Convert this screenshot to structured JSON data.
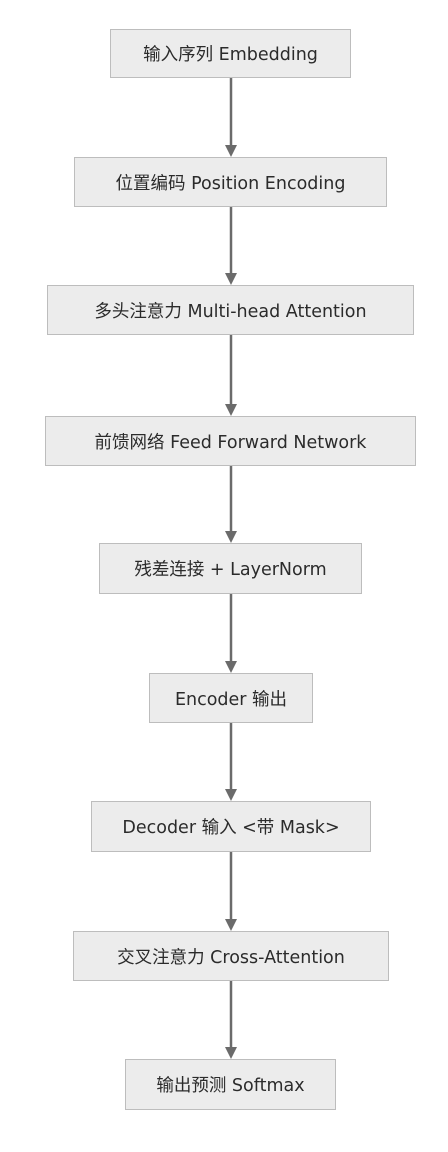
{
  "nodes": [
    {
      "id": "embedding",
      "label": "输入序列 Embedding"
    },
    {
      "id": "position-encoding",
      "label": "位置编码 Position Encoding"
    },
    {
      "id": "multi-head-attention",
      "label": "多头注意力 Multi-head Attention"
    },
    {
      "id": "feed-forward",
      "label": "前馈网络 Feed Forward Network"
    },
    {
      "id": "residual-layernorm",
      "label": "残差连接 + LayerNorm"
    },
    {
      "id": "encoder-output",
      "label": "Encoder 输出"
    },
    {
      "id": "decoder-input",
      "label": "Decoder 输入 <带 Mask>"
    },
    {
      "id": "cross-attention",
      "label": "交叉注意力 Cross-Attention"
    },
    {
      "id": "softmax-output",
      "label": "输出预测 Softmax"
    }
  ],
  "edges": [
    {
      "from": "embedding",
      "to": "position-encoding"
    },
    {
      "from": "position-encoding",
      "to": "multi-head-attention"
    },
    {
      "from": "multi-head-attention",
      "to": "feed-forward"
    },
    {
      "from": "feed-forward",
      "to": "residual-layernorm"
    },
    {
      "from": "residual-layernorm",
      "to": "encoder-output"
    },
    {
      "from": "encoder-output",
      "to": "decoder-input"
    },
    {
      "from": "decoder-input",
      "to": "cross-attention"
    },
    {
      "from": "cross-attention",
      "to": "softmax-output"
    }
  ],
  "colors": {
    "node_fill": "#ececec",
    "node_border": "#bdbdbd",
    "edge": "#6b6b6b",
    "text": "#2b2b2b"
  }
}
